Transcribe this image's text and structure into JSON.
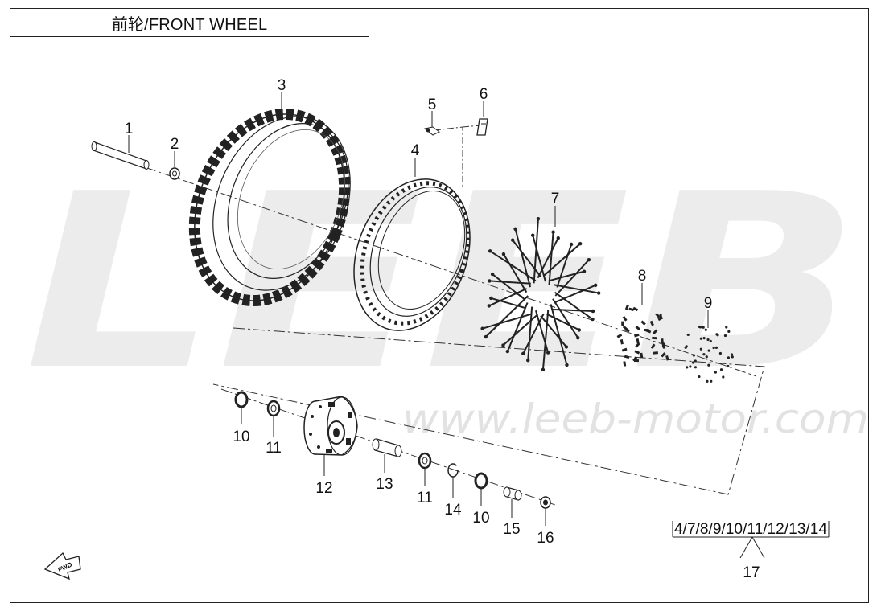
{
  "title": "前轮/FRONT WHEEL",
  "watermark": {
    "brand": "LEEB",
    "url": "www.leeb-motor.com"
  },
  "kit": {
    "label": "4/7/8/9/10/11/12/13/14",
    "number": "17"
  },
  "fwd_label": "FWD",
  "callouts": [
    "1",
    "2",
    "3",
    "4",
    "5",
    "6",
    "7",
    "8",
    "9",
    "10",
    "11",
    "12",
    "13",
    "11",
    "14",
    "10",
    "15",
    "16"
  ],
  "colors": {
    "line": "#222222",
    "watermark": "#ebebeb"
  }
}
